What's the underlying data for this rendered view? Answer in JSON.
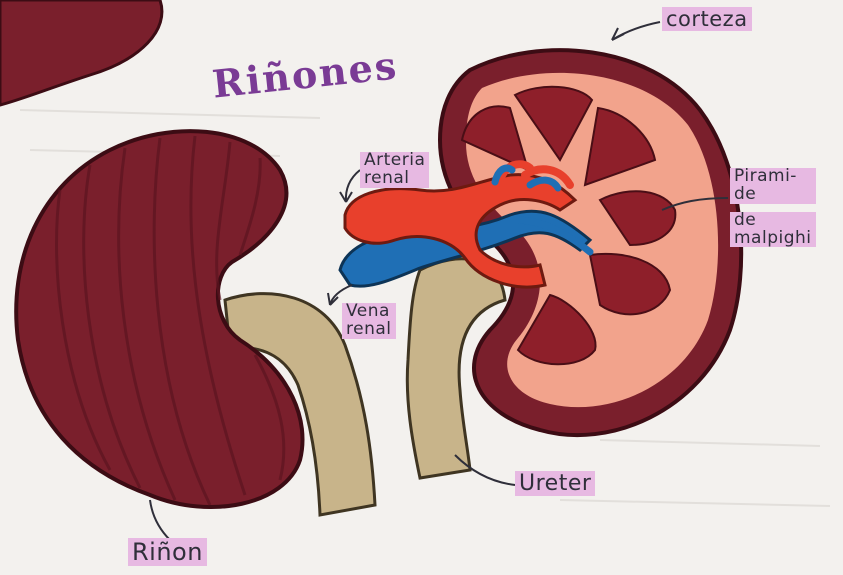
{
  "title": "Riñones",
  "labels": {
    "corteza": "corteza",
    "arteria_line1": "Arteria",
    "arteria_line2": "renal",
    "vena_line1": "Vena",
    "vena_line2": "renal",
    "piramides_line1": "Pirami-",
    "piramides_line2": "de",
    "piramides_line3": "de",
    "piramides_line4": "malpighi",
    "ureter": "Ureter",
    "rinon": "Riñon"
  },
  "colors": {
    "paper": "#f3f1ee",
    "kidney": "#7a1f2c",
    "kidney_stripe": "#5c1420",
    "cortex": "#f2a38c",
    "pyramid": "#8e1f2a",
    "artery": "#e8402c",
    "vein": "#1f6fb5",
    "ureter": "#c8b48a",
    "highlight": "#e7b9e2",
    "title": "#7a3b95"
  }
}
